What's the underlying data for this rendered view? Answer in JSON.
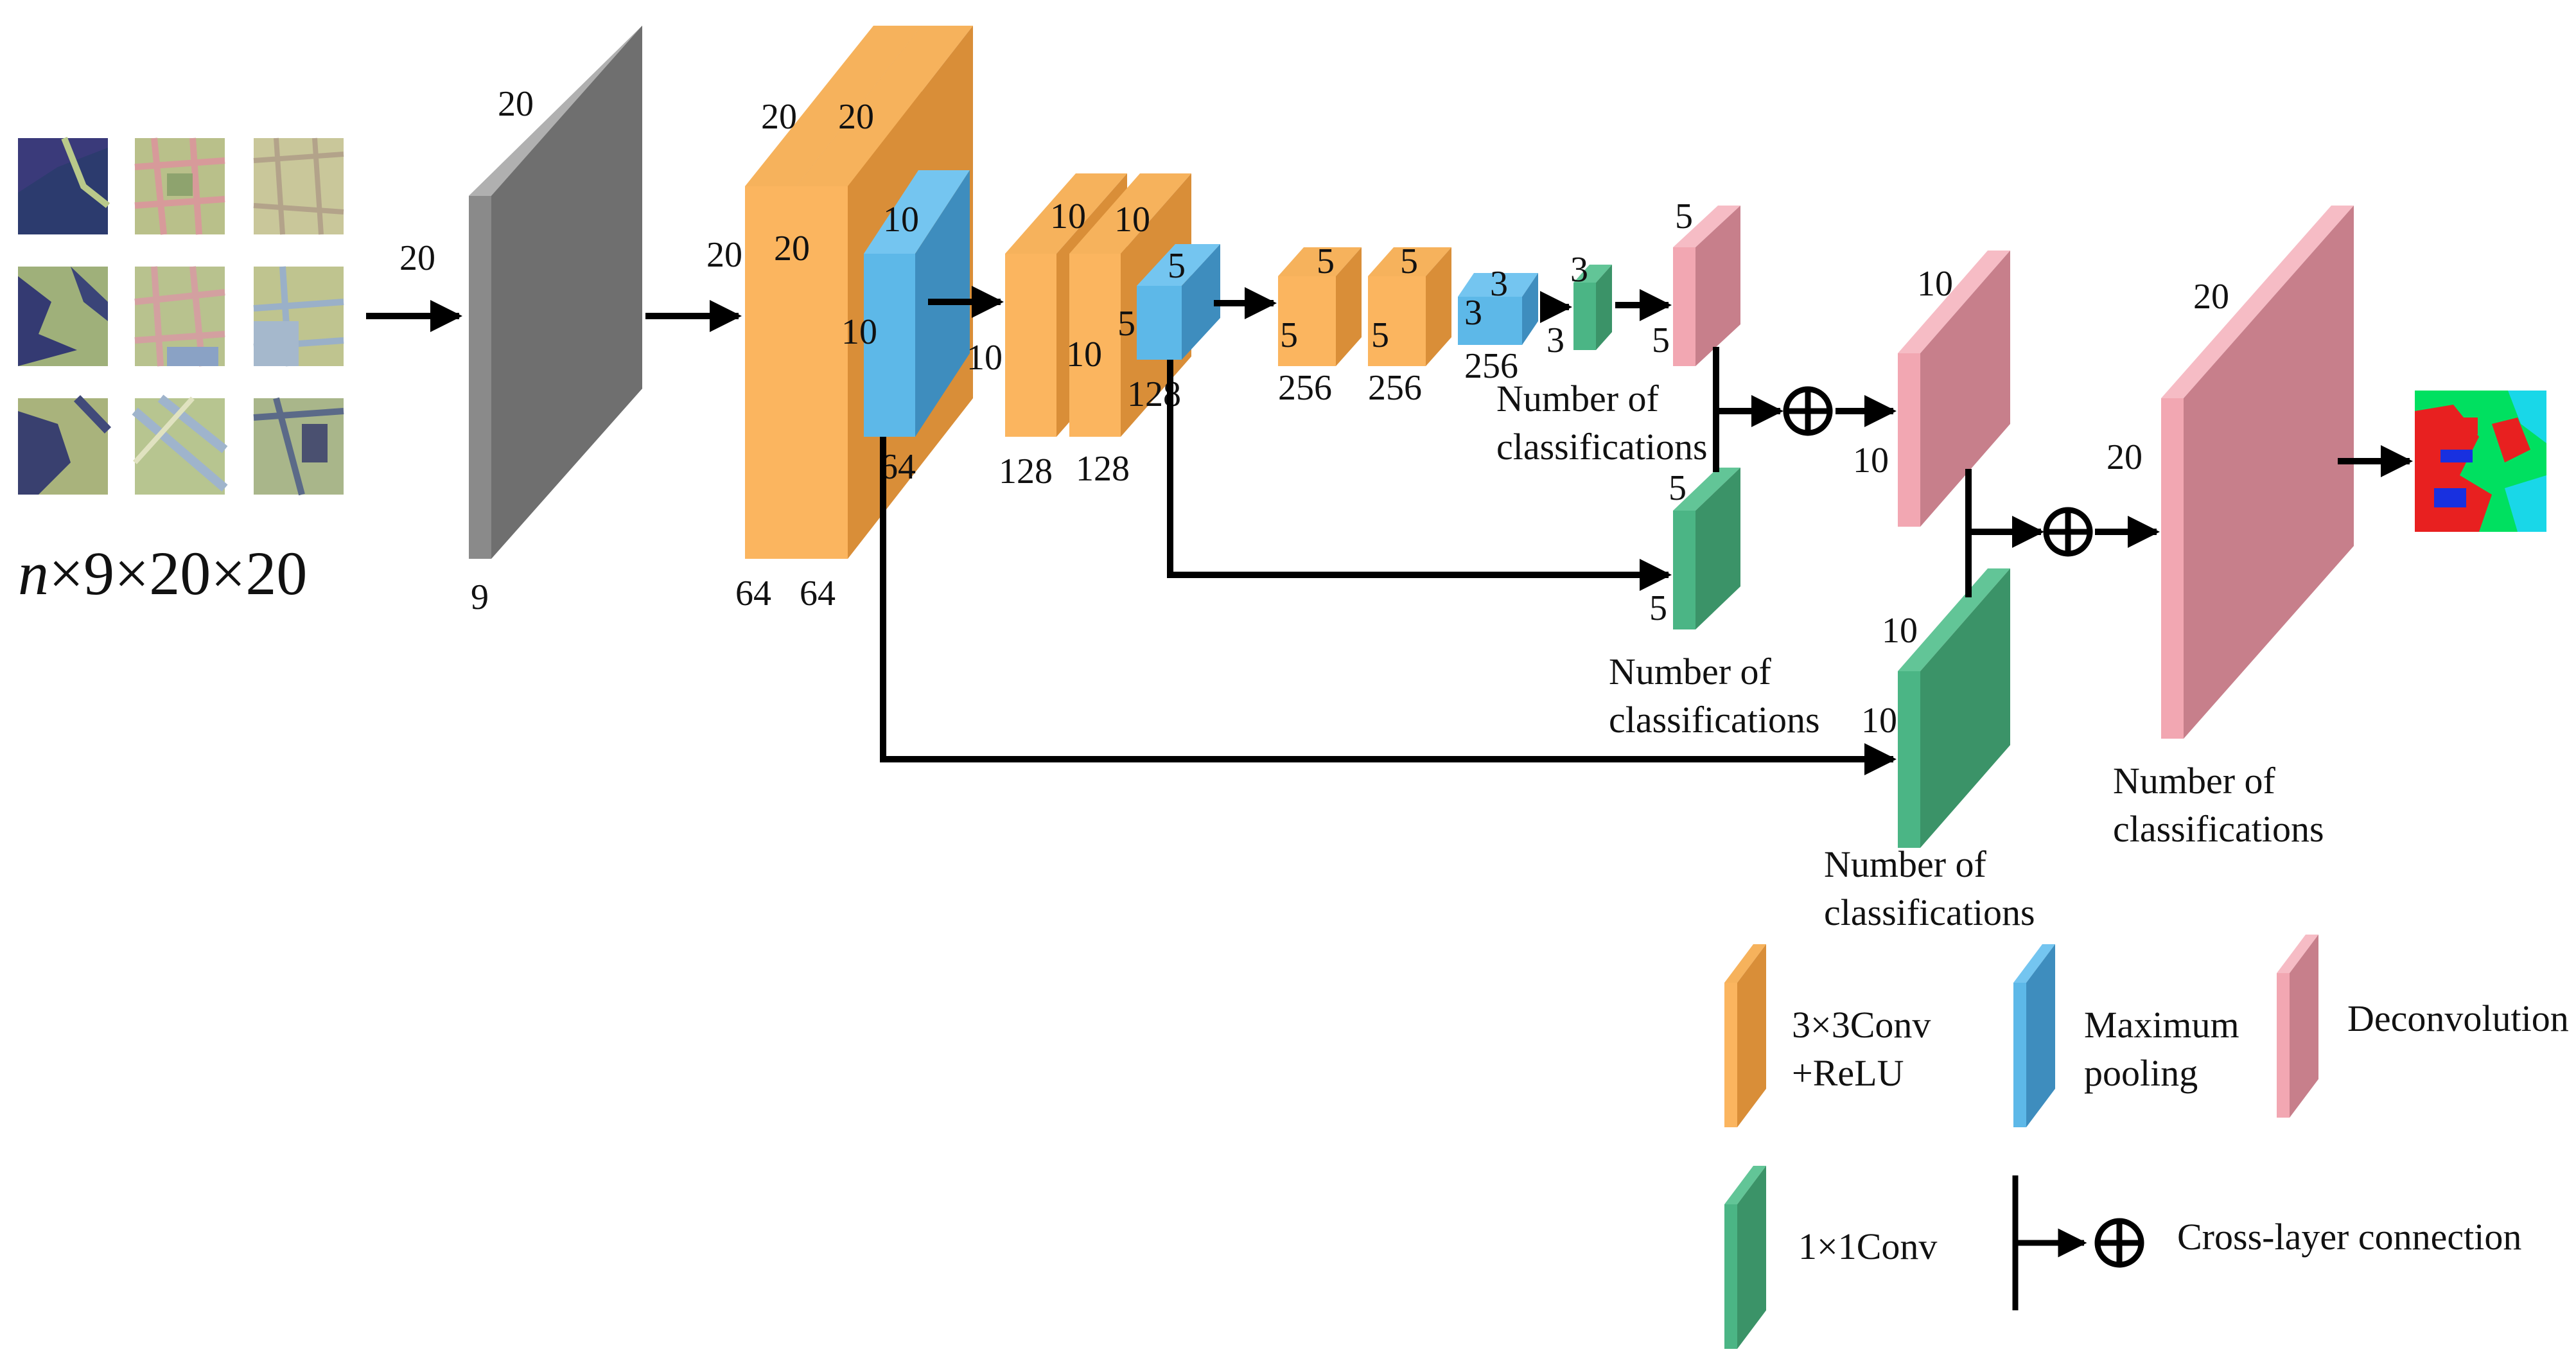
{
  "colors": {
    "conv_front": "#FBB55F",
    "conv_side": "#D98E38",
    "conv_top": "#F6B25C",
    "pool_front": "#5DB8E8",
    "pool_side": "#3E8DBE",
    "pool_top": "#74C5F0",
    "deconv_front": "#F2A7B2",
    "deconv_side": "#C77F8B",
    "deconv_top": "#F6BCC5",
    "one_front": "#4BB585",
    "one_side": "#3B9368",
    "one_top": "#62C597",
    "input_front": "#7A7A7A",
    "input_side": "#5F5F5F",
    "input_top": "#B0B0B0",
    "arrow": "#000000"
  },
  "input": {
    "formula_italic": "n",
    "formula_rest": "×9×20×20",
    "tile_icon": "sar-image-tile"
  },
  "labels": {
    "input_side": "20",
    "input_top": "20",
    "input_depth": "9",
    "c1a_top": "20",
    "c1b_top": "20",
    "c1a_side": "20",
    "c1b_side": "20",
    "c1a_depth": "64",
    "c1b_depth": "64",
    "p1_top": "10",
    "p1_side": "10",
    "p1_depth": "64",
    "c2a_top": "10",
    "c2b_top": "10",
    "c2a_side": "10",
    "c2b_side": "10",
    "c2a_depth": "128",
    "c2b_depth": "128",
    "p2_top": "5",
    "p2_side": "5",
    "p2_depth": "128",
    "c3a_top": "5",
    "c3b_top": "5",
    "c3a_side": "5",
    "c3b_side": "5",
    "c3a_depth": "256",
    "c3b_depth": "256",
    "p3_top": "3",
    "p3_side": "3",
    "p3_depth": "256",
    "s1_top": "3",
    "s1_side": "3",
    "s1_caption_1": "Number of",
    "s1_caption_2": "classifications",
    "d1_top": "5",
    "d1_side": "5",
    "g2_top": "5",
    "g2_side": "5",
    "g2_caption_1": "Number of",
    "g2_caption_2": "classifications",
    "d2_top": "10",
    "d2_side": "10",
    "g3_top": "10",
    "g3_side": "10",
    "g3_caption_1": "Number of",
    "g3_caption_2": "classifications",
    "d3_top": "20",
    "d3_side": "20",
    "d3_caption_1": "Number of",
    "d3_caption_2": "classifications"
  },
  "output": {
    "icon": "classification-map"
  },
  "legend": {
    "conv_1": "3×3Conv",
    "conv_2": "+ReLU",
    "pool_1": "Maximum",
    "pool_2": "pooling",
    "deconv": "Deconvolution",
    "one": "1×1Conv",
    "cross": "Cross-layer connection"
  }
}
